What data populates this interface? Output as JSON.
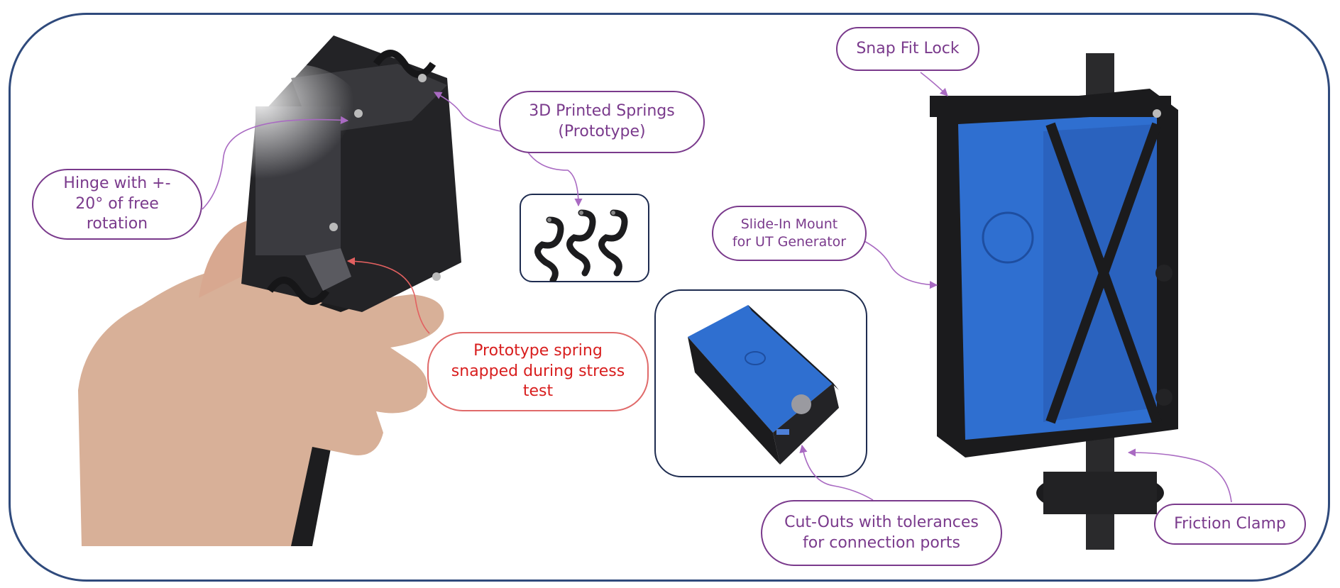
{
  "callouts": {
    "hinge": "Hinge with +-\n20° of free\nrotation",
    "springs": "3D Printed Springs\n(Prototype)",
    "prototype_spring": "Prototype spring\nsnapped during stress\ntest",
    "snap_fit": "Snap Fit Lock",
    "slide_in": "Slide-In Mount\nfor UT Generator",
    "cut_outs": "Cut-Outs with tolerances\nfor connection ports",
    "friction_clamp": "Friction Clamp"
  },
  "colors": {
    "frame": "#2f4a7c",
    "callout_border": "#7a3a8c",
    "callout_text": "#7a3a8c",
    "warning_border": "#e06a6a",
    "warning_text": "#d81e1e",
    "leader": "#a96ac2",
    "device_blue": "#2f6fd0",
    "device_black": "#1b1b1d"
  }
}
